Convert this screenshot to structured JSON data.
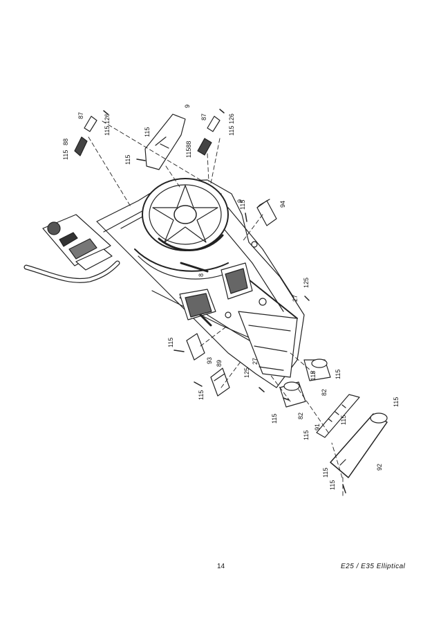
{
  "page": {
    "number": "14",
    "title": "E25 / E35 Elliptical"
  },
  "diagram": {
    "callouts": [
      {
        "id": "c-115-a",
        "text": "115"
      },
      {
        "id": "c-88-a",
        "text": "88"
      },
      {
        "id": "c-87-a",
        "text": "87"
      },
      {
        "id": "c-115-126-a",
        "text": "115 126"
      },
      {
        "id": "c-9-a",
        "text": "9"
      },
      {
        "id": "c-115-b",
        "text": "115"
      },
      {
        "id": "c-115-c",
        "text": "115"
      },
      {
        "id": "c-115-88-b",
        "text": "11588"
      },
      {
        "id": "c-87-b",
        "text": "87"
      },
      {
        "id": "c-115-126-b",
        "text": "115 126"
      },
      {
        "id": "c-9-b",
        "text": "9"
      },
      {
        "id": "c-115-d",
        "text": "115"
      },
      {
        "id": "c-94",
        "text": "94"
      },
      {
        "id": "c-8",
        "text": "8"
      },
      {
        "id": "c-125-a",
        "text": "125"
      },
      {
        "id": "c-27-a",
        "text": "27"
      },
      {
        "id": "c-115-e",
        "text": "115"
      },
      {
        "id": "c-93",
        "text": "93"
      },
      {
        "id": "c-89",
        "text": "89"
      },
      {
        "id": "c-125-b",
        "text": "125"
      },
      {
        "id": "c-27-b",
        "text": "27"
      },
      {
        "id": "c-115-f",
        "text": "115"
      },
      {
        "id": "c-115-g",
        "text": "115"
      },
      {
        "id": "c-82-a",
        "text": "82"
      },
      {
        "id": "c-115-h",
        "text": "115"
      },
      {
        "id": "c-82-b",
        "text": "82"
      },
      {
        "id": "c-115-i",
        "text": "115"
      },
      {
        "id": "c-91",
        "text": "91"
      },
      {
        "id": "c-115-j",
        "text": "115"
      },
      {
        "id": "c-115-k",
        "text": "115"
      },
      {
        "id": "c-115-l",
        "text": "115"
      },
      {
        "id": "c-115-m",
        "text": "115"
      },
      {
        "id": "c-92",
        "text": "92"
      },
      {
        "id": "c-115-n",
        "text": "115"
      }
    ]
  }
}
